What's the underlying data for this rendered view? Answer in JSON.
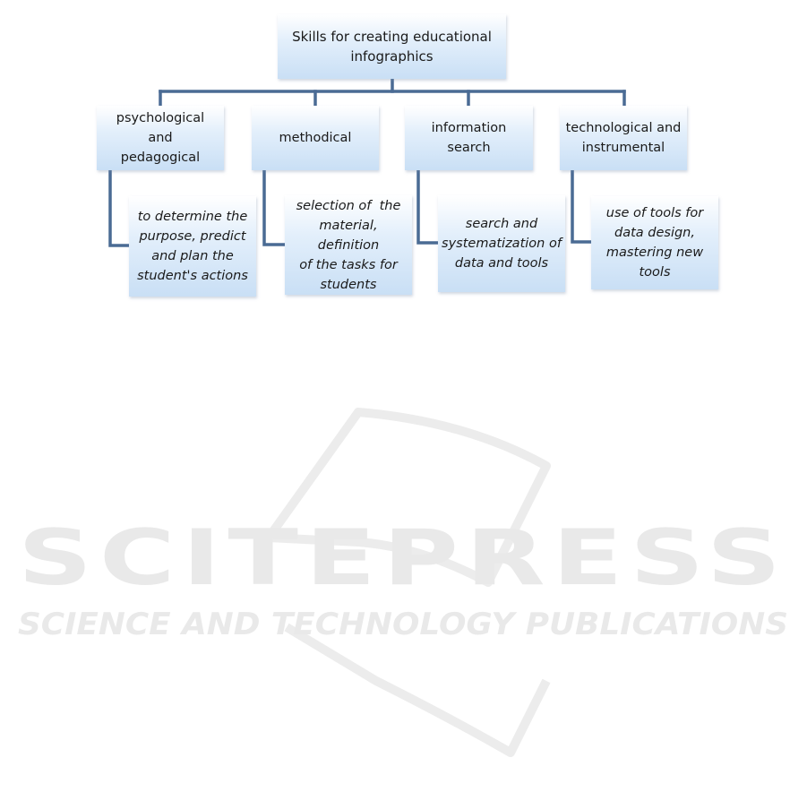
{
  "diagram": {
    "root": {
      "line1": "Skills for creating educational",
      "line2": "infographics"
    },
    "categories": [
      {
        "lines": [
          "psychological and",
          "pedagogical"
        ],
        "detail": [
          "to determine the",
          "purpose, predict",
          "and plan the",
          "student's actions"
        ]
      },
      {
        "lines": [
          "methodical"
        ],
        "detail": [
          "selection of  the",
          "material, definition",
          "of the tasks for",
          "students"
        ]
      },
      {
        "lines": [
          "information search"
        ],
        "detail": [
          "search and",
          "systematization of",
          "data and tools"
        ]
      },
      {
        "lines": [
          "technological and",
          "instrumental"
        ],
        "detail": [
          "use of tools for",
          "data design,",
          "mastering new",
          "tools"
        ]
      }
    ]
  },
  "watermark": {
    "main": "SCITEPRESS",
    "sub": "SCIENCE AND TECHNOLOGY PUBLICATIONS"
  },
  "colors": {
    "connector": "#4a6b94",
    "box_top": "#ffffff",
    "box_bottom": "#c9dff5",
    "watermark": "#e9e9e9"
  }
}
